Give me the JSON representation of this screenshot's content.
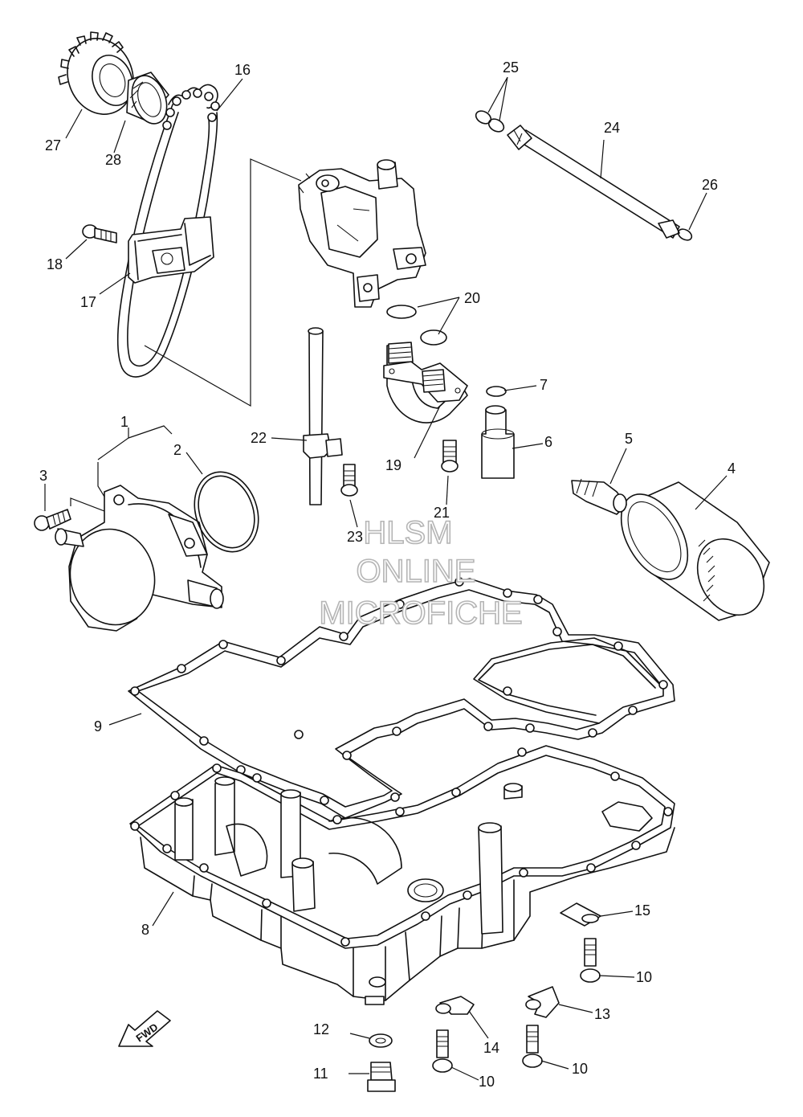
{
  "watermark": {
    "line1": "HLSM",
    "line2": "ONLINE",
    "line3": "MICROFICHE"
  },
  "fwd_label": "FWD",
  "callouts": {
    "c1": "1",
    "c2": "2",
    "c3": "3",
    "c4": "4",
    "c5": "5",
    "c6": "6",
    "c7": "7",
    "c8": "8",
    "c9": "9",
    "c10a": "10",
    "c10b": "10",
    "c10c": "10",
    "c11": "11",
    "c12": "12",
    "c13": "13",
    "c14": "14",
    "c15": "15",
    "c16": "16",
    "c17": "17",
    "c18": "18",
    "c19": "19",
    "c20": "20",
    "c21": "21",
    "c22": "22",
    "c23": "23",
    "c24": "24",
    "c25": "25",
    "c26": "26",
    "c27": "27",
    "c28": "28"
  }
}
